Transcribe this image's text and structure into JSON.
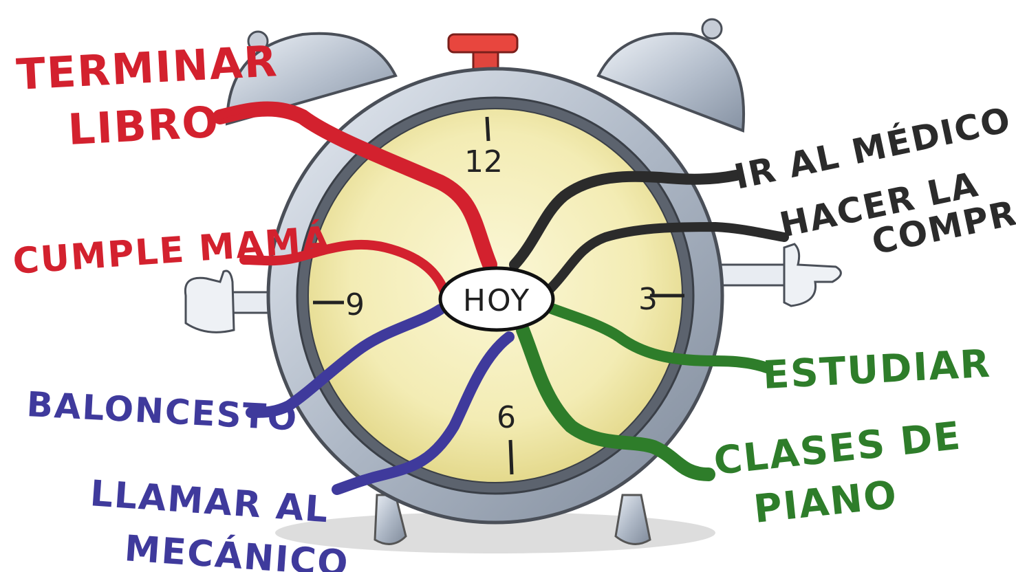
{
  "center": {
    "label": "HOY"
  },
  "clock_numbers": {
    "top": "12",
    "right": "3",
    "bottom": "6",
    "left": "9"
  },
  "branches": {
    "terminar_libro": {
      "line1": "TERMINAR",
      "line2": "LIBRO",
      "color": "#d3212e"
    },
    "cumple_mama": {
      "line1": "CUMPLE MAMÁ",
      "color": "#d3212e"
    },
    "ir_al_medico": {
      "line1": "IR AL MÉDICO",
      "color": "#2b2b2b"
    },
    "hacer_la_compra": {
      "line1": "HACER LA",
      "line2": "COMPRA",
      "color": "#2b2b2b"
    },
    "baloncesto": {
      "line1": "BALONCESTO",
      "color": "#3f3a9c"
    },
    "llamar_al_mecanico": {
      "line1": "LLAMAR AL",
      "line2": "MECÁNICO",
      "color": "#3f3a9c"
    },
    "estudiar": {
      "line1": "ESTUDIAR",
      "color": "#2e7d2a"
    },
    "clases_de_piano": {
      "line1": "CLASES DE",
      "line2": "PIANO",
      "color": "#2e7d2a"
    }
  }
}
